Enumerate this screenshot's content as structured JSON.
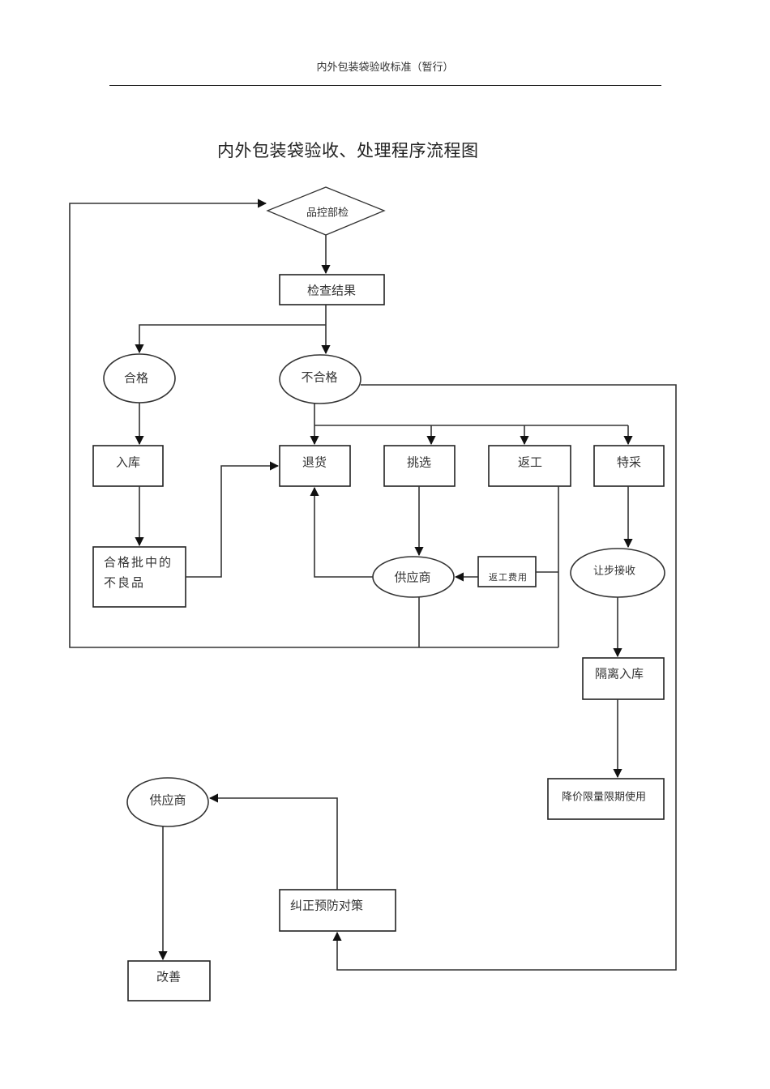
{
  "header": {
    "title": "内外包装袋验收标准（暂行）"
  },
  "document": {
    "title": "内外包装袋验收、处理程序流程图"
  },
  "flowchart": {
    "nodes": {
      "qc_inspection": "品控部检",
      "inspection_result": "检查结果",
      "qualified": "合格",
      "unqualified": "不合格",
      "warehousing": "入库",
      "return_goods": "退货",
      "sorting": "挑选",
      "rework": "返工",
      "special_purchase": "特采",
      "defects_in_qualified_batch_line1": "合格批中的",
      "defects_in_qualified_batch_line2": "不良品",
      "supplier": "供应商",
      "rework_cost": "返工费用",
      "concession_acceptance": "让步接收",
      "isolated_warehousing": "隔离入库",
      "price_reduction_limited_use": "降价限量限期使用",
      "supplier_2": "供应商",
      "corrective_preventive_measures": "纠正预防对策",
      "improvement": "改善"
    }
  }
}
